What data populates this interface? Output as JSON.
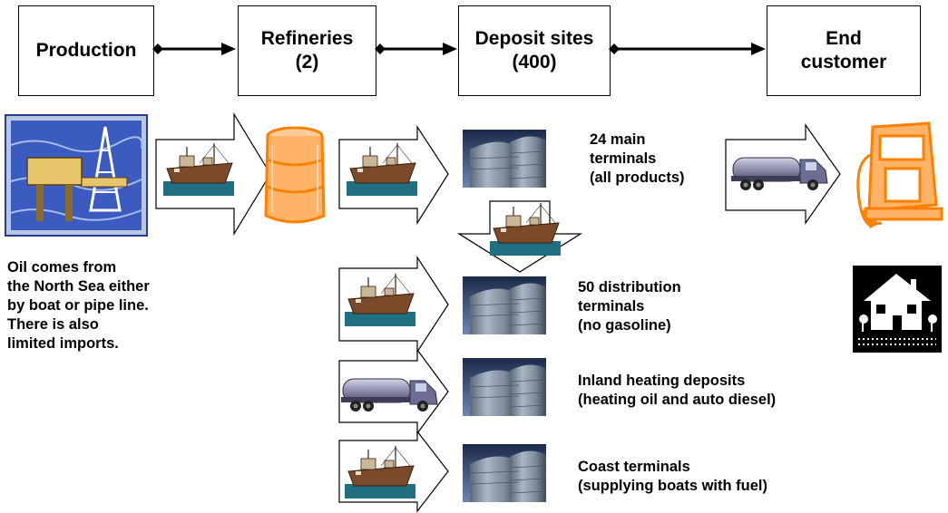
{
  "stages": [
    {
      "line1": "Production",
      "line2": ""
    },
    {
      "line1": "Refineries",
      "line2": "(2)"
    },
    {
      "line1": "Deposit sites",
      "line2": "(400)"
    },
    {
      "line1": "End",
      "line2": "customer"
    }
  ],
  "production_note": [
    "Oil comes from",
    "the North Sea either",
    "by boat or pipe line.",
    "There is also",
    "limited imports."
  ],
  "terminals": [
    {
      "lines": [
        "24 main",
        "terminals",
        "(all products)"
      ]
    },
    {
      "lines": [
        "50 distribution",
        "terminals",
        "(no gasoline)"
      ]
    },
    {
      "lines": [
        "Inland heating deposits",
        "(heating oil and auto diesel)"
      ]
    },
    {
      "lines": [
        "Coast terminals",
        "(supplying boats with fuel)"
      ]
    }
  ],
  "icons": [
    "oil-platform-icon",
    "ship-icon",
    "oil-barrel-icon",
    "storage-tank-icon",
    "tanker-truck-icon",
    "fuel-pump-icon",
    "house-icon"
  ],
  "colors": {
    "orange": "#FF8000",
    "sea_blue": "#3B5BC0",
    "ship_hull": "#7A4A2A",
    "water": "#1F6F80"
  }
}
